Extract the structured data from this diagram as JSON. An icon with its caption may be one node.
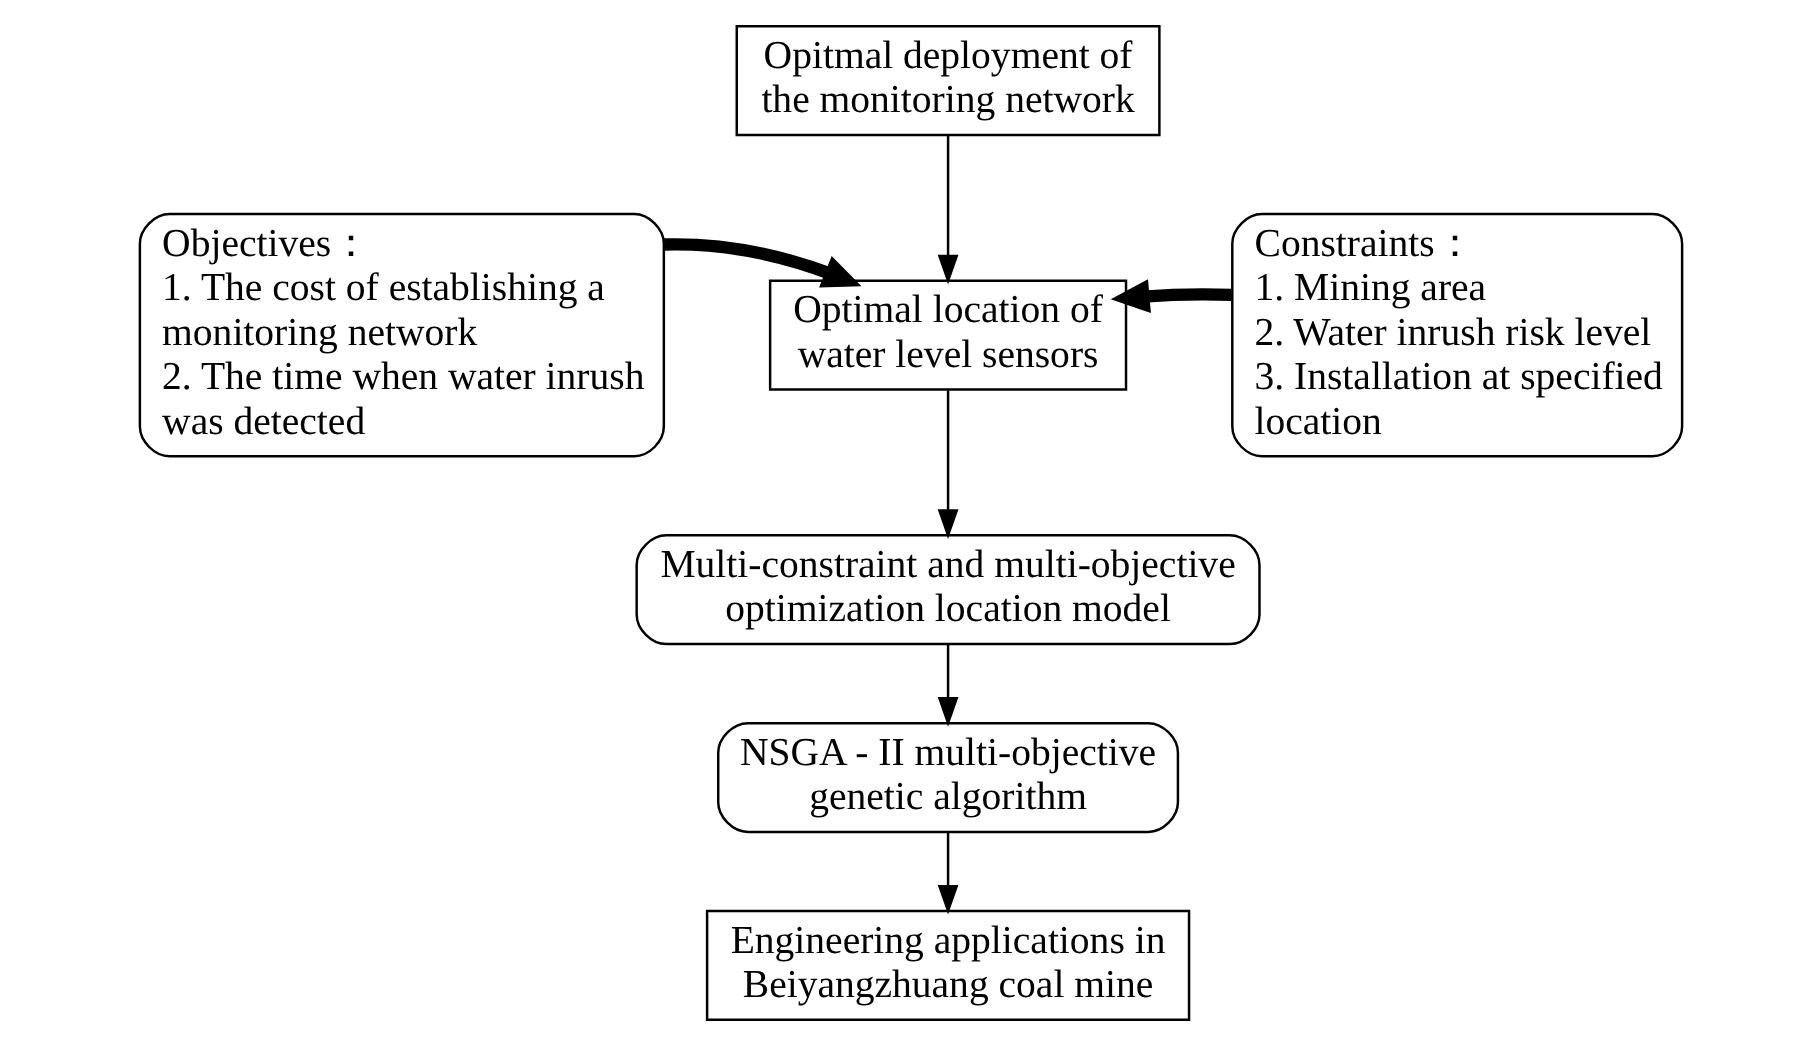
{
  "diagram": {
    "nodes": [
      {
        "text": [
          "Opitmal deployment of the monitoring network"
        ]
      },
      {
        "text": [
          "Objectives：",
          "1. The cost of establishing a monitoring network",
          "2. The time when water inrush was detected"
        ]
      },
      {
        "text": [
          "Optimal location of water level sensors"
        ]
      },
      {
        "text": [
          "Constraints：",
          "1. Mining area",
          "2. Water inrush risk level",
          "3. Installation at specified location"
        ]
      },
      {
        "text": [
          "Multi-constraint and multi-objective optimization location model"
        ]
      },
      {
        "text": [
          "NSGA - II multi-objective genetic algorithm"
        ]
      },
      {
        "text": [
          "Engineering applications in Beiyangzhuang coal mine"
        ]
      }
    ],
    "edges": [
      {
        "from": 0,
        "to": 2,
        "arrow": "to"
      },
      {
        "from": 1,
        "to": 2,
        "arrow": "to",
        "style": "thick"
      },
      {
        "from": 3,
        "to": 2,
        "arrow": "to",
        "style": "thick"
      },
      {
        "from": 2,
        "to": 4,
        "arrow": "to"
      },
      {
        "from": 4,
        "to": 5,
        "arrow": "to"
      },
      {
        "from": 5,
        "to": 6,
        "arrow": "to"
      }
    ]
  }
}
